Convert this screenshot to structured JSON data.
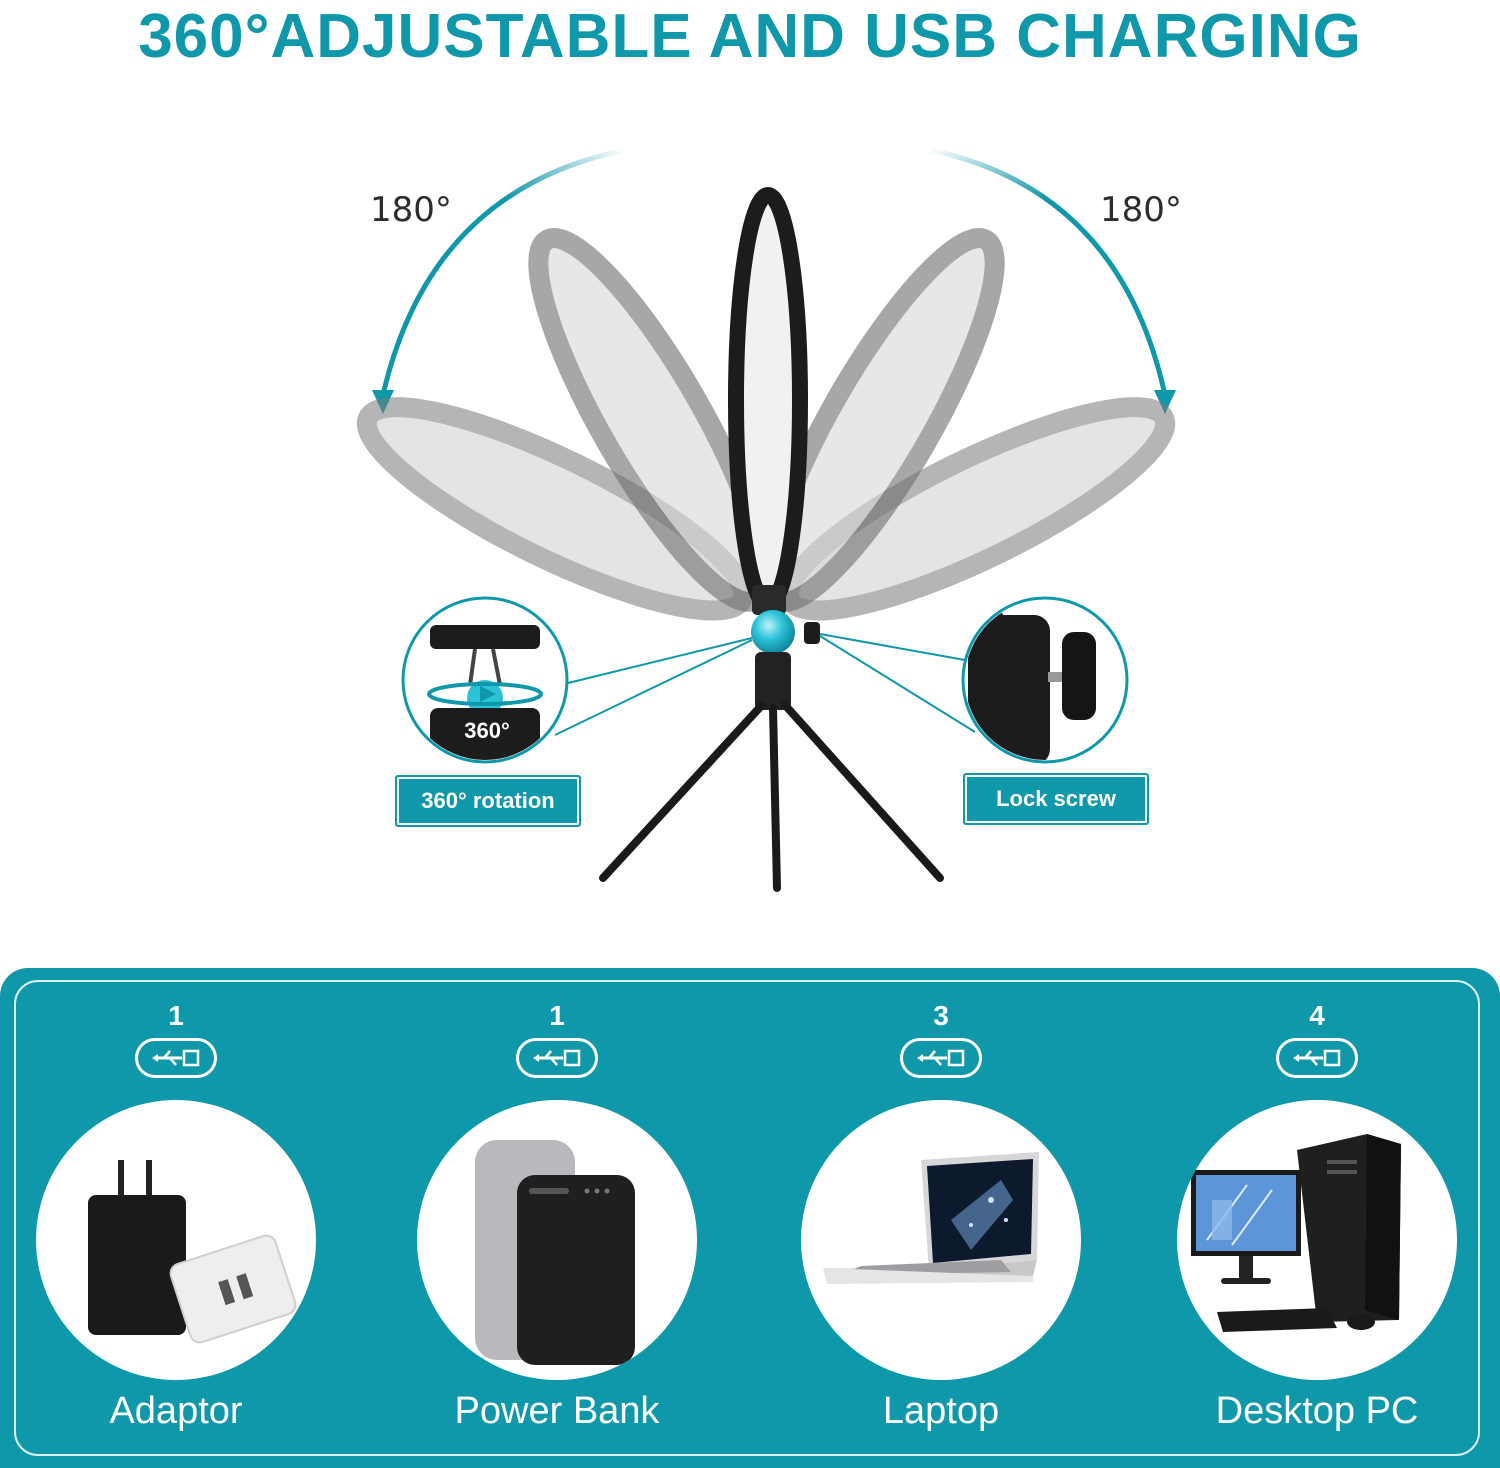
{
  "headline": "360°ADJUSTABLE AND USB CHARGING",
  "angles": {
    "left": "180°",
    "right": "180°"
  },
  "callouts": {
    "rotation": {
      "inset_text": "360°",
      "tag": "360° rotation"
    },
    "lock": {
      "tag": "Lock screw"
    }
  },
  "devices": [
    {
      "count": "1",
      "label": "Adaptor",
      "icon": "wall-adapter-icon"
    },
    {
      "count": "1",
      "label": "Power Bank",
      "icon": "power-bank-icon"
    },
    {
      "count": "3",
      "label": "Laptop",
      "icon": "laptop-icon"
    },
    {
      "count": "4",
      "label": "Desktop PC",
      "icon": "desktop-pc-icon"
    }
  ],
  "colors": {
    "accent": "#0f97aa",
    "highlight": "#29c6da",
    "dark": "#1c1c1c"
  }
}
